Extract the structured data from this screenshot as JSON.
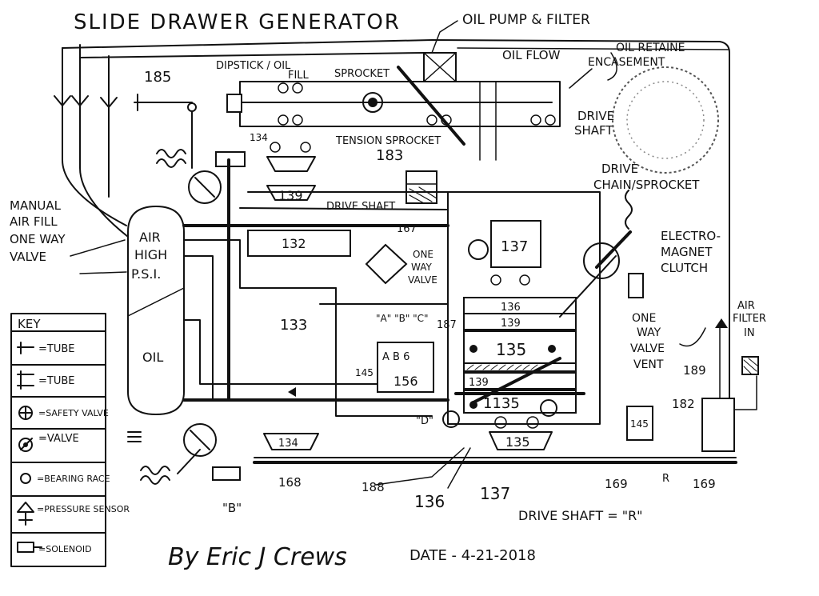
{
  "title": "SLIDE DRAWER GENERATOR",
  "labels": {
    "oil_pump_filter": "OIL PUMP & FILTER",
    "oil_flow": "OIL FLOW",
    "oil_retainer": "OIL RETAINE",
    "encasement": "ENCASEMENT",
    "dipstick": "DIPSTICK / OIL",
    "fill": "FILL",
    "sprocket": "SPROCKET",
    "tension_sprocket": "TENSION SPROCKET",
    "drive_shaft_a": "DRIVE",
    "drive_shaft_b": "SHAFT",
    "drive_chain": "DRIVE",
    "chain_sprocket": "CHAIN/SPROCKET",
    "drive_shaft_c": "DRIVE SHAFT",
    "manual_air_fill_1": "MANUAL",
    "manual_air_fill_2": "AIR FILL",
    "manual_air_fill_3": "ONE WAY",
    "manual_air_fill_4": "VALVE",
    "air": "AIR",
    "high": "HIGH",
    "psi": "P.S.I.",
    "oil": "OIL",
    "one_way_valve_1": "ONE",
    "one_way_valve_2": "WAY",
    "one_way_valve_3": "VALVE",
    "electro_1": "ELECTRO-",
    "electro_2": "MAGNET",
    "electro_3": "CLUTCH",
    "vent_1": "ONE",
    "vent_2": "WAY",
    "vent_3": "VALVE",
    "vent_4": "VENT",
    "air_filter_1": "AIR",
    "air_filter_2": "FILTER",
    "air_filter_3": "IN",
    "abc_top": "\"A\" \"B\" \"C\"",
    "abc_mid": "A B 6",
    "drive_shaft_r": "DRIVE SHAFT = \"R\"",
    "by": "By Eric J Crews",
    "date": "DATE - 4-21-2018",
    "b_label": "\"B\"",
    "d_label": "\"D\""
  },
  "numbers": {
    "n185": "185",
    "n134a": "134",
    "n139a": "139",
    "n183": "183",
    "n167": "167",
    "n132": "132",
    "n133": "133",
    "n137a": "137",
    "n136a": "136",
    "n139b": "139",
    "n187": "187",
    "n135a": "135",
    "n145a": "145",
    "n156": "156",
    "n139c": "139",
    "n1135": "1135",
    "n134b": "134",
    "n135b": "135",
    "n168": "168",
    "n188": "188",
    "n136b": "136",
    "n137b": "137",
    "n169a": "169",
    "n169b": "169",
    "n145b": "145",
    "n182": "182",
    "n189": "189",
    "r_mark": "R"
  },
  "key": {
    "title": "KEY",
    "items": [
      {
        "icon": "tube-icon",
        "label": "=TUBE"
      },
      {
        "icon": "tube-alt-icon",
        "label": "=TUBE"
      },
      {
        "icon": "safety-valve-icon",
        "label": "=SAFETY VALVE"
      },
      {
        "icon": "valve-icon",
        "label": "=VALVE"
      },
      {
        "icon": "bearing-race-icon",
        "label": "=BEARING RACE"
      },
      {
        "icon": "pressure-sensor-icon",
        "label": "=PRESSURE SENSOR"
      },
      {
        "icon": "solenoid-icon",
        "label": "=SOLENOID"
      }
    ]
  }
}
